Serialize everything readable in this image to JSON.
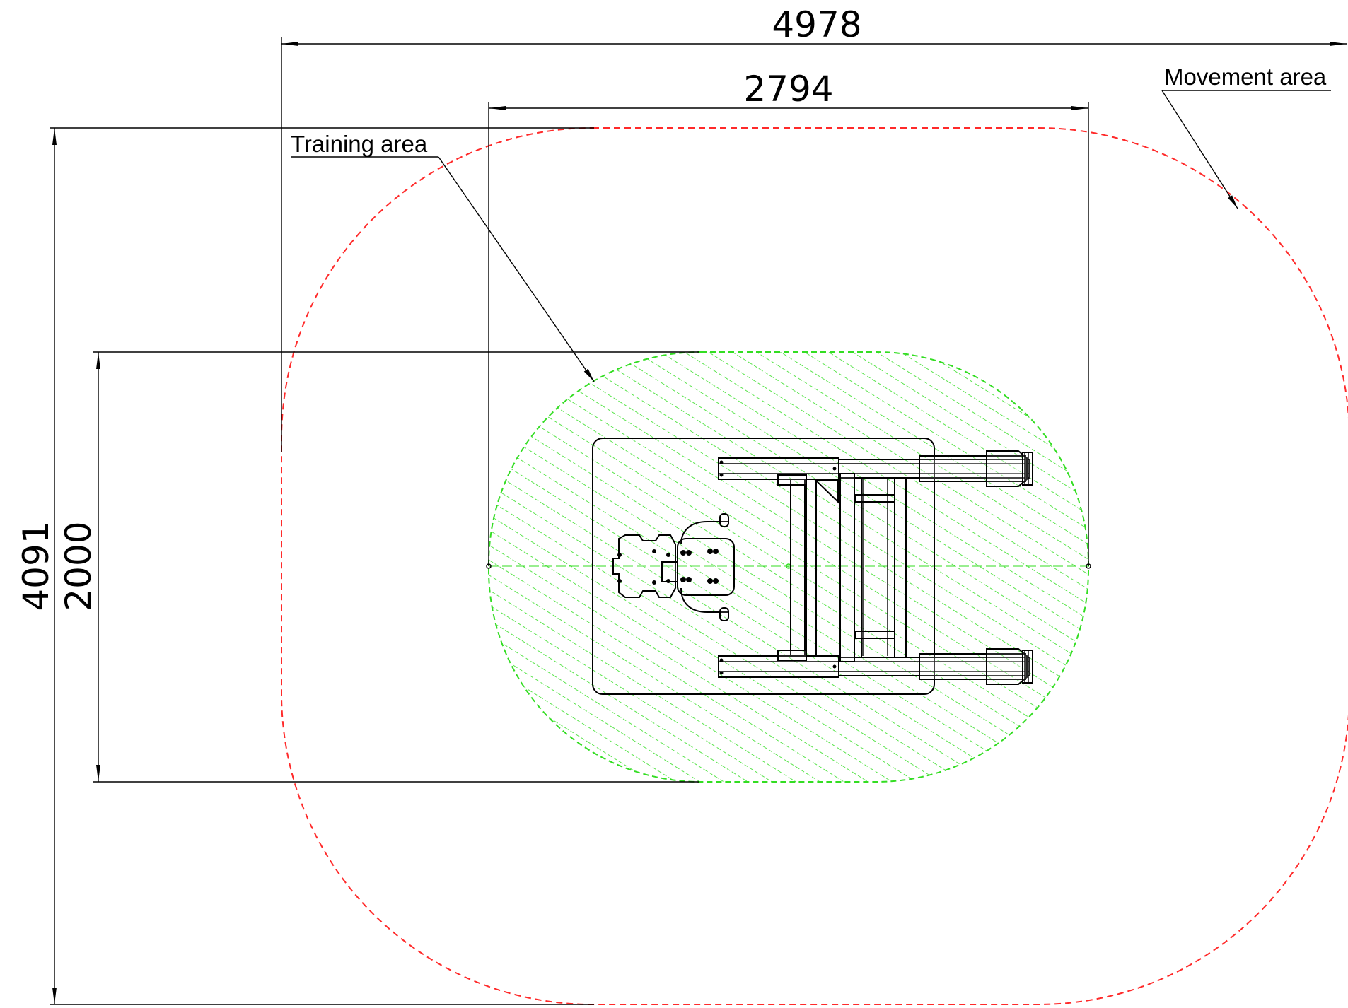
{
  "dimensions": {
    "overall_width": "4978",
    "training_width": "2794",
    "overall_depth": "4091",
    "training_depth": "2000"
  },
  "labels": {
    "movement_area": "Movement area",
    "training_area": "Training area"
  },
  "colors": {
    "movement_boundary": "#ff0000",
    "training_hatch": "#33dd22",
    "linework": "#000000"
  }
}
